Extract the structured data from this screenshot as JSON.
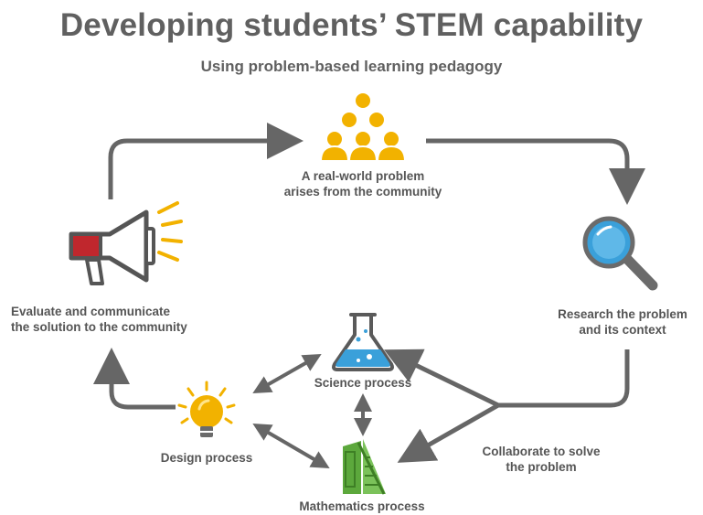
{
  "header": {
    "title": "Developing students’ STEM capability",
    "subtitle": "Using problem-based learning pedagogy"
  },
  "nodes": {
    "problem": {
      "line1": "A real-world problem",
      "line2": "arises from the community",
      "icon": "people-group-icon"
    },
    "research": {
      "line1": "Research the problem",
      "line2": "and its context",
      "icon": "magnifier-icon"
    },
    "evaluate": {
      "line1": "Evaluate and communicate",
      "line2": "the solution to the community",
      "icon": "megaphone-icon"
    },
    "collaborate": {
      "line1": "Collaborate to solve",
      "line2": "the problem"
    },
    "science": {
      "label": "Science process",
      "icon": "flask-icon"
    },
    "design": {
      "label": "Design process",
      "icon": "lightbulb-icon"
    },
    "mathematics": {
      "label": "Mathematics process",
      "icon": "set-square-icon"
    }
  },
  "colors": {
    "text": "#555555",
    "arrow": "#666666",
    "people": "#F2B200",
    "megaphone_red": "#C0272D",
    "bulb": "#F2B200",
    "flask_liquid": "#3AA0DA",
    "math_green": "#5CA83C",
    "lens_blue": "#3AA0DA"
  }
}
